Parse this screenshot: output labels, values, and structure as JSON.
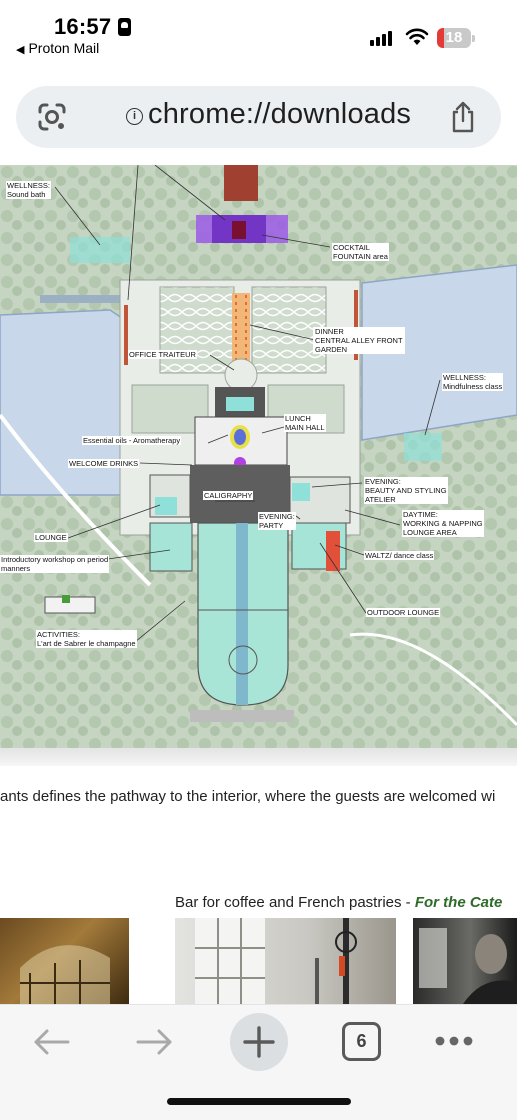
{
  "status_bar": {
    "time": "16:57",
    "back_app": "Proton Mail",
    "battery_level": "18"
  },
  "url_bar": {
    "url": "chrome://downloads",
    "lens_icon": "google-lens-icon",
    "share_icon": "share-icon"
  },
  "map": {
    "labels": {
      "wellness_sound": "WELLNESS:",
      "wellness_sound_2": "Sound bath",
      "cocktail": "COCKTAIL",
      "cocktail_2": "FOUNTAIN area",
      "dinner": "DINNER",
      "dinner_2": "CENTRAL ALLEY FRONT",
      "dinner_3": "GARDEN",
      "office": "OFFICE TRAITEUR",
      "wellness_mind": "WELLNESS:",
      "wellness_mind_2": "Mindfulness class",
      "lunch": "LUNCH",
      "lunch_2": "MAIN HALL",
      "oils": "Essential oils - Aromatherapy",
      "welcome": "WELCOME DRINKS",
      "evening_beauty": "EVENING:",
      "evening_beauty_2": "BEAUTY AND STYLING",
      "evening_beauty_3": "ATELIER",
      "caligraphy": "CALIGRAPHY",
      "lounge": "LOUNGE",
      "evening_party": "EVENING:",
      "evening_party_2": "PARTY",
      "daytime": "DAYTIME:",
      "daytime_2": "WORKING & NAPPING",
      "daytime_3": "LOUNGE AREA",
      "workshop": "Introductory workshop on period",
      "workshop_2": "manners",
      "waltz": "WALTZ/ dance class",
      "outdoor": "OUTDOOR LOUNGE",
      "activities": "ACTIVITIES:",
      "activities_2": "L'art de Sabrer le champagne"
    }
  },
  "page": {
    "body_text": "ants defines the pathway to the interior, where the guests are welcomed wi",
    "caption_plain": "Bar for coffee and French pastries - ",
    "caption_bold": "For the Cate"
  },
  "toolbar": {
    "tab_count": "6",
    "back_icon": "back-arrow-icon",
    "forward_icon": "forward-arrow-icon",
    "new_tab_icon": "plus-icon",
    "menu_icon": "more-horizontal-icon"
  },
  "colors": {
    "garden_green": "#b9cdb5",
    "water_blue": "#c7d6ea",
    "pool_teal": "#8fd8c8",
    "building_grey": "#555555",
    "accent_purple": "#8a3dd9",
    "caption_green": "#2e6b2a"
  }
}
